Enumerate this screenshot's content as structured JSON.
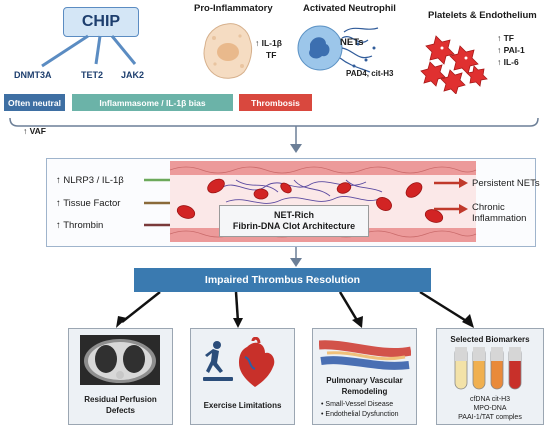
{
  "chip": {
    "title": "CHIP",
    "genes": [
      "DNMT3A",
      "TET2",
      "JAK2"
    ],
    "bands": [
      "Often neutral",
      "Inflammasome / IL-1β bias",
      "Thrombosis"
    ],
    "vaf": "↑ VAF"
  },
  "top_panels": {
    "pro_inflammatory": {
      "title": "Pro-Inflammatory",
      "markers": [
        "↑ IL-1β",
        "TF"
      ]
    },
    "neutrophil": {
      "title": "Activated Neutrophil",
      "nets_label": "NETs",
      "markers": "PAD4, cit-H3"
    },
    "platelets": {
      "title": "Platelets & Endothelium",
      "markers": [
        "↑ TF",
        "↑ PAI-1",
        "↑ IL-6"
      ]
    }
  },
  "vessel": {
    "inputs": [
      "↑ NLRP3 / IL-1β",
      "↑ Tissue Factor",
      "↑ Thrombin"
    ],
    "center_label": [
      "NET-Rich",
      "Fibrin-DNA Clot Architecture"
    ],
    "outputs": [
      "Persistent NETs",
      "Chronic",
      "Inflammation"
    ]
  },
  "resolution": "Impaired Thrombus Resolution",
  "cards": [
    {
      "title": [
        "Residual Perfusion",
        "Defects"
      ]
    },
    {
      "title": [
        "Exercise Limitations"
      ]
    },
    {
      "title": [
        "Pulmonary Vascular",
        "Remodeling"
      ],
      "bullets": [
        "Small-Vessel Disease",
        "Endothelial Dysfunction"
      ]
    },
    {
      "title": [
        "Selected Biomarkers"
      ],
      "bullets": [
        "cfDNA  cit-H3",
        "MPO-DNA",
        "PAAI-1/TAT comples"
      ]
    }
  ],
  "colors": {
    "band_neutral": "#3e6fa3",
    "band_inflammasome": "#6bb3a8",
    "band_thrombosis": "#d9483e",
    "resolution": "#3a7ab0",
    "vessel_wall": "#e58a8a",
    "rbc": "#d22424"
  }
}
